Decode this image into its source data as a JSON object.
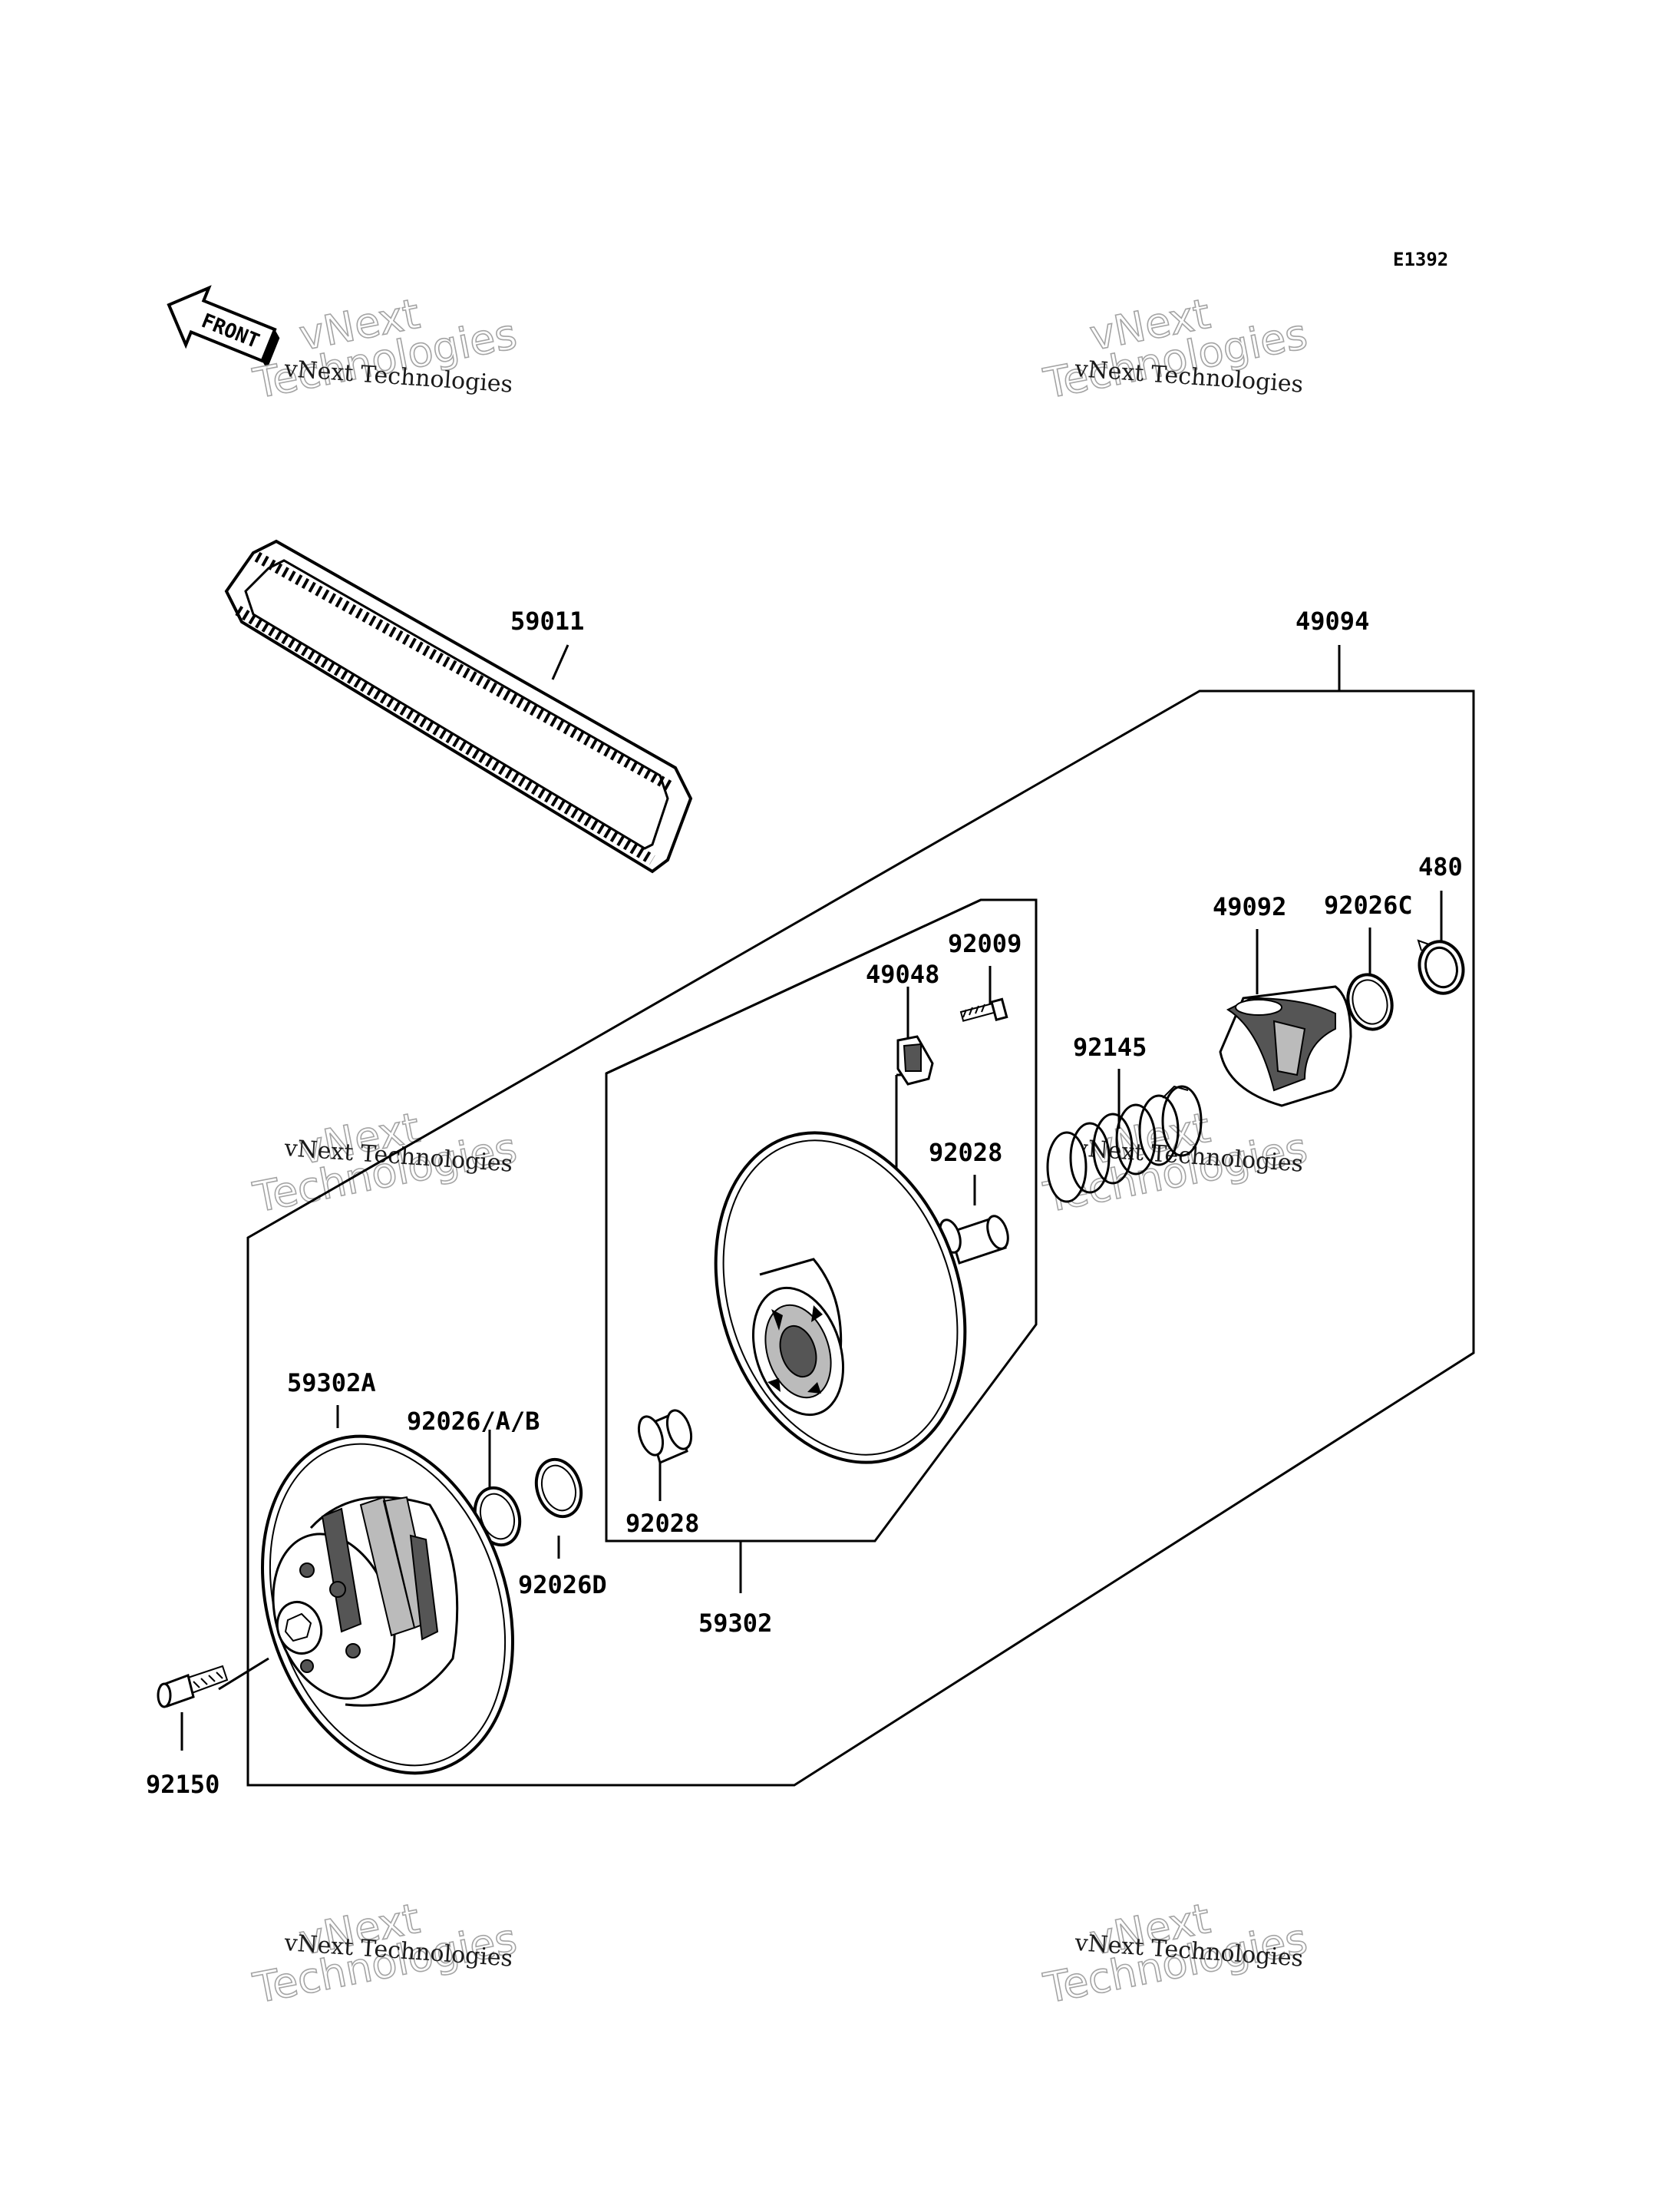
{
  "diagram": {
    "code": "E1392",
    "front_label": "FRONT",
    "watermark": {
      "line1": "vNext",
      "line2": "vNext Technologies",
      "line3": "Technologies"
    },
    "parts": [
      {
        "id": "belt",
        "number": "59011"
      },
      {
        "id": "driven-assy",
        "number": "49094"
      },
      {
        "id": "snap-ring",
        "number": "480"
      },
      {
        "id": "washer-c",
        "number": "92026C"
      },
      {
        "id": "cam",
        "number": "49092"
      },
      {
        "id": "screw",
        "number": "92009"
      },
      {
        "id": "shoe",
        "number": "49048"
      },
      {
        "id": "spring",
        "number": "92145"
      },
      {
        "id": "bushing-upper",
        "number": "92028"
      },
      {
        "id": "fixed-sheave",
        "number": "59302A"
      },
      {
        "id": "washers-ab",
        "number": "92026/A/B"
      },
      {
        "id": "washer-d",
        "number": "92026D"
      },
      {
        "id": "bushing-lower",
        "number": "92028"
      },
      {
        "id": "movable-sheave",
        "number": "59302"
      },
      {
        "id": "bolt",
        "number": "92150"
      }
    ]
  }
}
